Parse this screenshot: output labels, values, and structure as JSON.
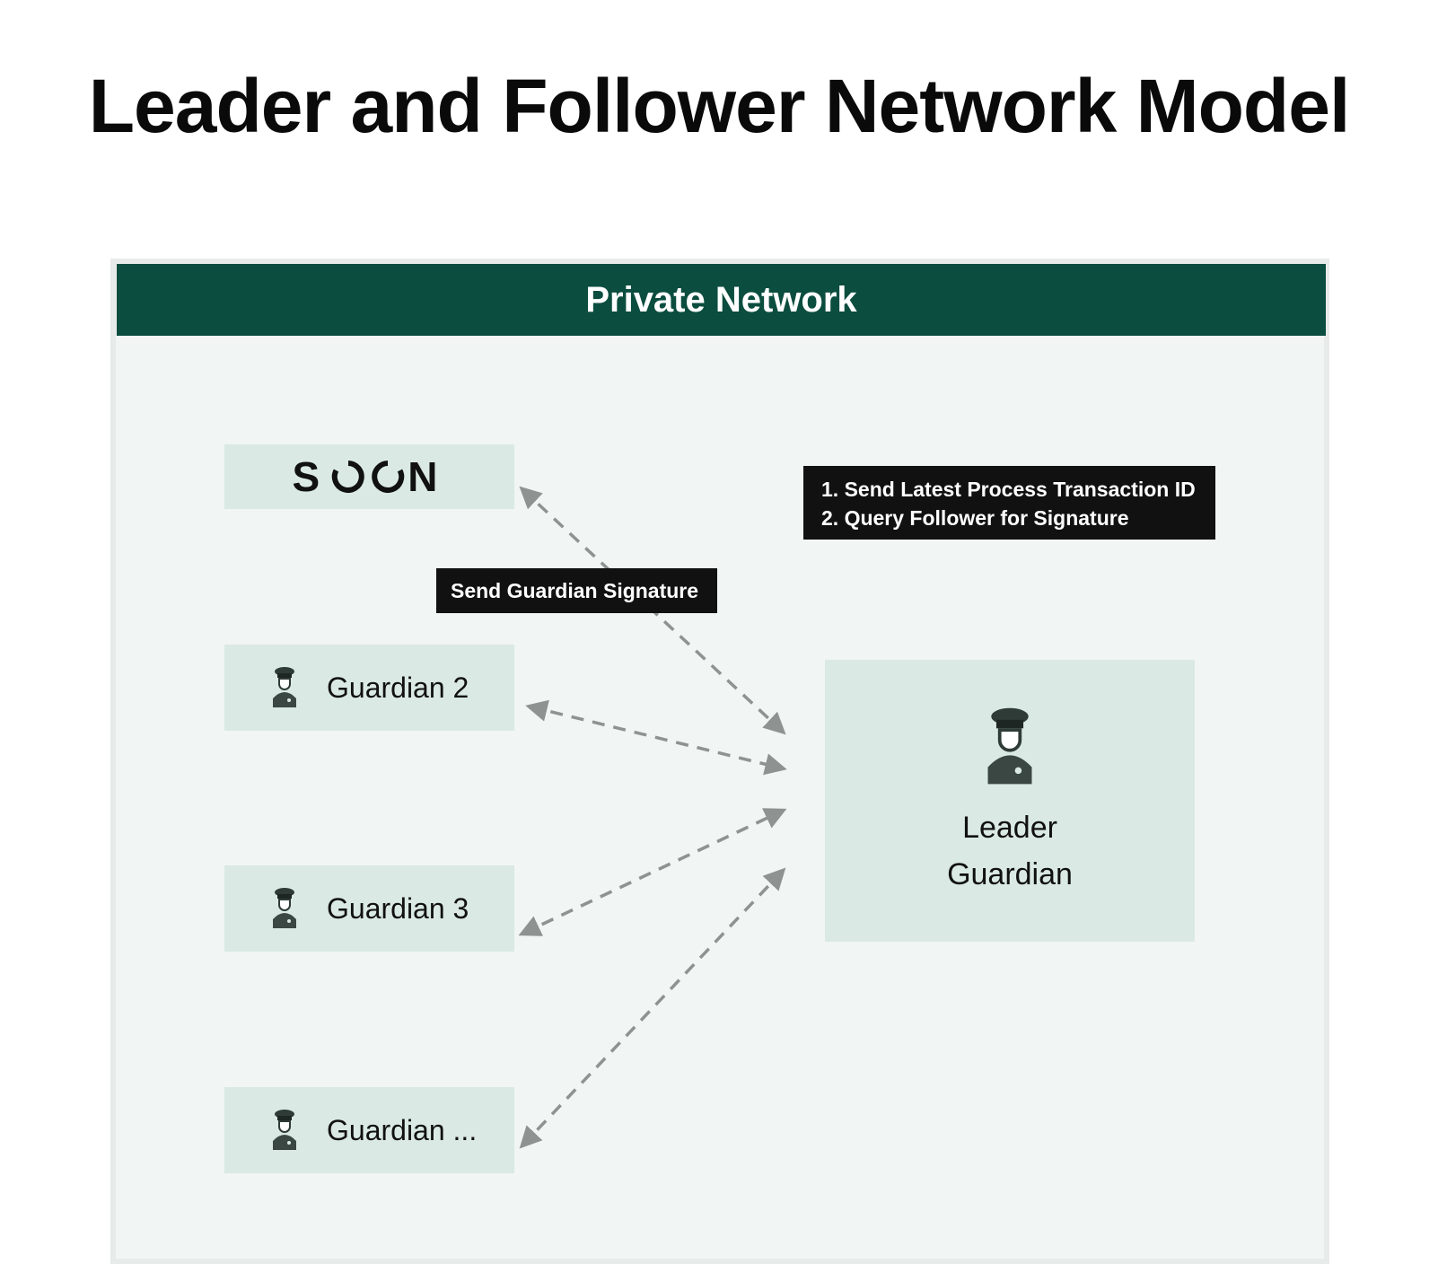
{
  "title": "Leader and Follower Network Model",
  "network": {
    "header": "Private Network",
    "logo_text": "SOON",
    "leader": {
      "line1": "Leader",
      "line2": "Guardian"
    },
    "followers": [
      {
        "label": "Guardian 2"
      },
      {
        "label": "Guardian 3"
      },
      {
        "label": "Guardian ..."
      }
    ],
    "callouts": {
      "steps": [
        "1. Send Latest Process Transaction ID",
        "2. Query Follower for Signature"
      ],
      "signature": "Send Guardian Signature"
    }
  },
  "colors": {
    "header_bg": "#0b4d3f",
    "panel_bg": "#f1f5f3",
    "node_bg": "#dae9e4",
    "callout_bg": "#111111",
    "arrow": "#8e9391"
  },
  "icons": {
    "guardian": "guard-person-icon",
    "logo_ring": "broken-ring-icon"
  }
}
